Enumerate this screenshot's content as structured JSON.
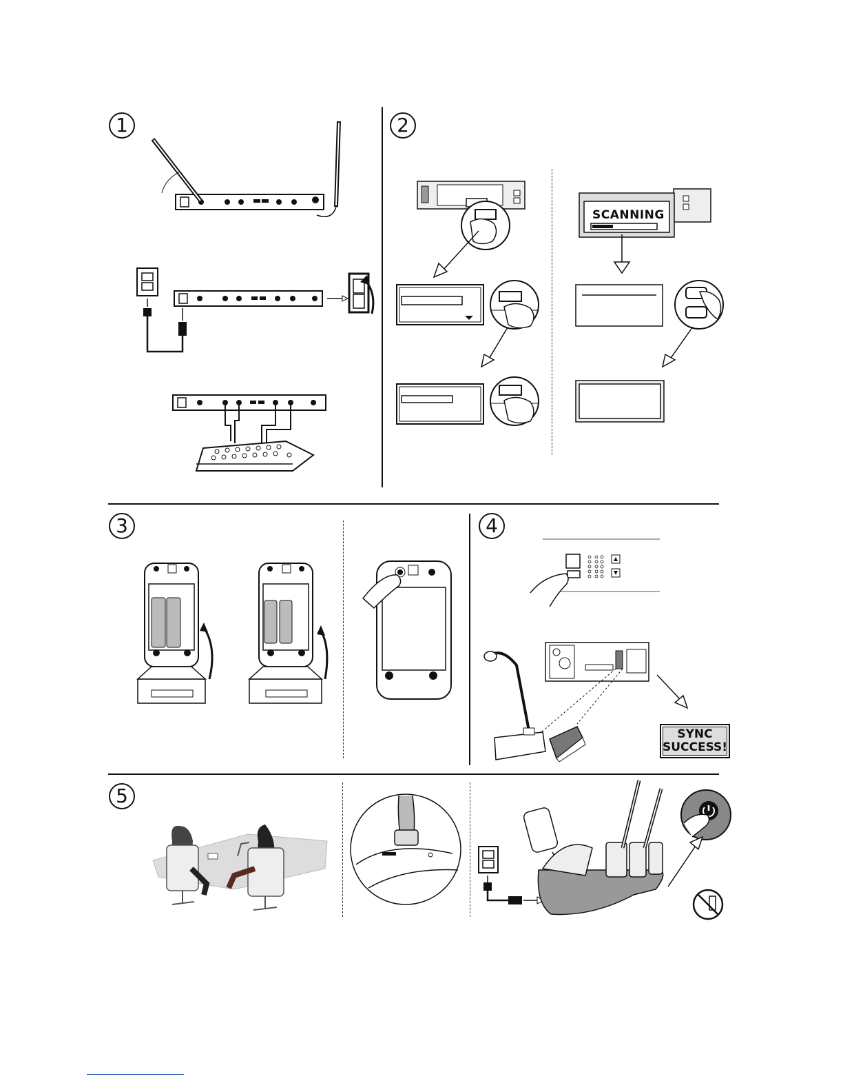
{
  "steps": {
    "s1": "1",
    "s2": "2",
    "s3": "3",
    "s4": "4",
    "s5": "5"
  },
  "screens": {
    "scanning": "SCANNING",
    "sync_line1": "SYNC",
    "sync_line2": "SUCCESS!"
  },
  "icons": {
    "power": "power-icon",
    "no_battery": "no-battery-icon",
    "outlet": "outlet-icon"
  }
}
